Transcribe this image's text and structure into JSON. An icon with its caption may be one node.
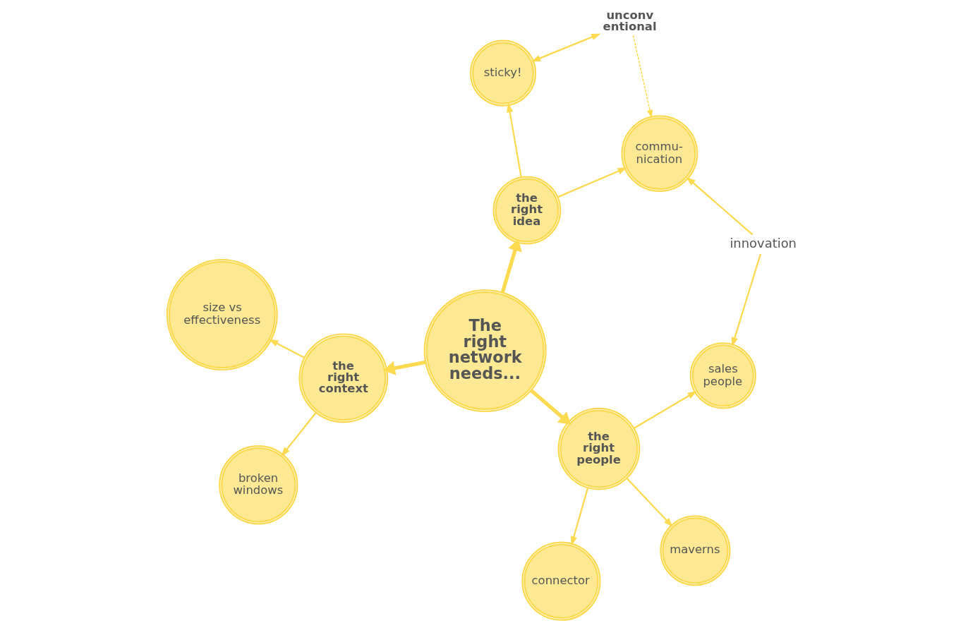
{
  "diagram": {
    "nodes": [
      {
        "text": [
          "The right network needs..."
        ]
      },
      {
        "text": [
          "the right idea"
        ]
      },
      {
        "text": [
          "commu- nication"
        ]
      },
      {
        "text": [
          "unconv entional"
        ]
      },
      {
        "text": [
          "sticky!"
        ]
      },
      {
        "text": [
          "the right people"
        ]
      },
      {
        "text": [
          "sales people"
        ]
      },
      {
        "text": [
          "maverns"
        ]
      },
      {
        "text": [
          "connector"
        ]
      },
      {
        "text": [
          "the right context"
        ]
      },
      {
        "text": [
          "broken windows"
        ]
      },
      {
        "text": [
          "size vs effectiveness"
        ]
      },
      {
        "text": [
          "innovation"
        ]
      }
    ],
    "edges": [
      {
        "from": 0,
        "to": 1,
        "arrow": "to",
        "style": "thick"
      },
      {
        "from": 1,
        "to": 2,
        "arrow": "to"
      },
      {
        "from": 3,
        "to": 2,
        "arrow": "to",
        "style": "dashed"
      },
      {
        "from": 1,
        "to": 4,
        "arrow": "to"
      },
      {
        "from": 3,
        "to": 4,
        "arrow": "both"
      },
      {
        "from": 12,
        "to": 2,
        "arrow": "to"
      },
      {
        "from": 12,
        "to": 6,
        "arrow": "to"
      },
      {
        "from": 0,
        "to": 5,
        "arrow": "to",
        "style": "thick"
      },
      {
        "from": 5,
        "to": 6,
        "arrow": "to"
      },
      {
        "from": 5,
        "to": 7,
        "arrow": "to"
      },
      {
        "from": 5,
        "to": 8,
        "arrow": "to"
      },
      {
        "from": 0,
        "to": 9,
        "arrow": "to",
        "style": "thick"
      },
      {
        "from": 9,
        "to": 10,
        "arrow": "to"
      },
      {
        "from": 9,
        "to": 11,
        "arrow": "to"
      }
    ]
  }
}
